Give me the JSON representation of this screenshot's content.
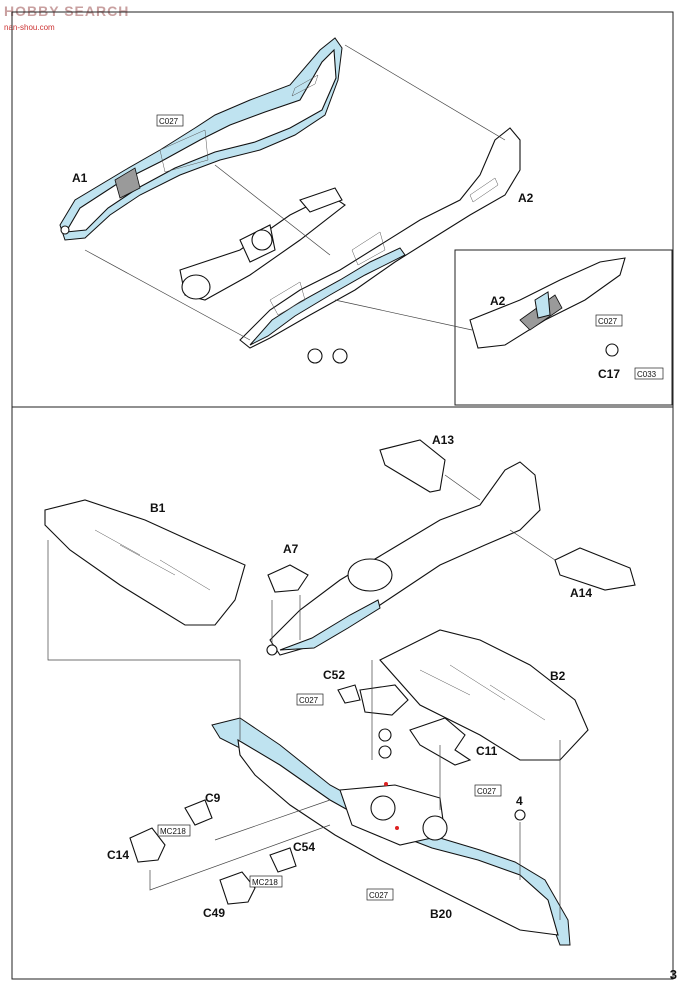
{
  "watermark": {
    "brand": "HOBBY SEARCH",
    "url": "nan-shou.com"
  },
  "page_number": "3",
  "step1": {
    "labels": {
      "a1": "A1",
      "a2": "A2",
      "a2_detail": "A2",
      "c17": "C17"
    },
    "color_codes": {
      "c027_a": "C027",
      "c027_b": "C027",
      "c033": "C033"
    }
  },
  "step2": {
    "labels": {
      "a13": "A13",
      "b1": "B1",
      "a7": "A7",
      "a14": "A14",
      "b2": "B2",
      "c52": "C52",
      "c11": "C11",
      "c9": "C9",
      "c14": "C14",
      "c54": "C54",
      "c49": "C49",
      "b20": "B20",
      "four": "4"
    },
    "color_codes": {
      "c027_c": "C027",
      "c027_d": "C027",
      "c027_e": "C027",
      "mc218_a": "MC218",
      "mc218_b": "MC218"
    }
  },
  "colors": {
    "accent_blue": "#bfe3f0",
    "paint_grey": "#9a9a9a",
    "red_mark": "#d22"
  }
}
